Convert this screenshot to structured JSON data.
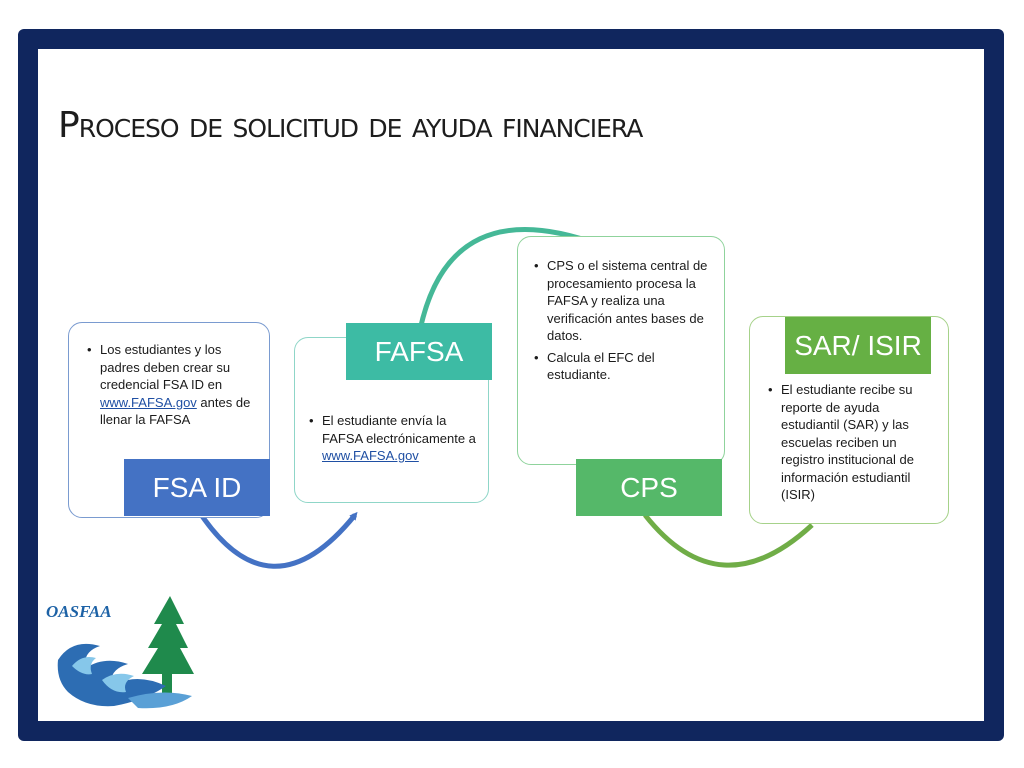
{
  "title": "Proceso de solicitud de ayuda financiera",
  "colors": {
    "frame": "#10265e",
    "fsa_label": "#4472c4",
    "fafsa_label": "#3dbba4",
    "cps_label": "#55b869",
    "sar_label": "#66b044",
    "arc_blue": "#4472c4",
    "arc_teal": "#45b897",
    "arc_green": "#70ad47"
  },
  "steps": {
    "fsa_id": {
      "label": "FSA ID",
      "text_before": "Los estudiantes y los padres deben crear su credencial FSA ID en ",
      "link": "www.FAFSA.gov",
      "text_after": " antes de llenar la FAFSA"
    },
    "fafsa": {
      "label": "FAFSA",
      "text_before": "El estudiante envía la FAFSA electrónicamente a ",
      "link": "www.FAFSA.gov"
    },
    "cps": {
      "label": "CPS",
      "bullets": [
        "CPS o el sistema central de procesamiento procesa la FAFSA y realiza una verificación antes bases de datos.",
        "Calcula el EFC del estudiante."
      ]
    },
    "sar_isir": {
      "label": "SAR/ ISIR",
      "text": "El estudiante recibe su reporte de ayuda estudiantil (SAR) y las escuelas reciben un registro institucional de información estudiantil (ISIR)"
    }
  },
  "logo": {
    "name": "OASFAA",
    "icon": "wave-and-tree-logo-icon"
  }
}
